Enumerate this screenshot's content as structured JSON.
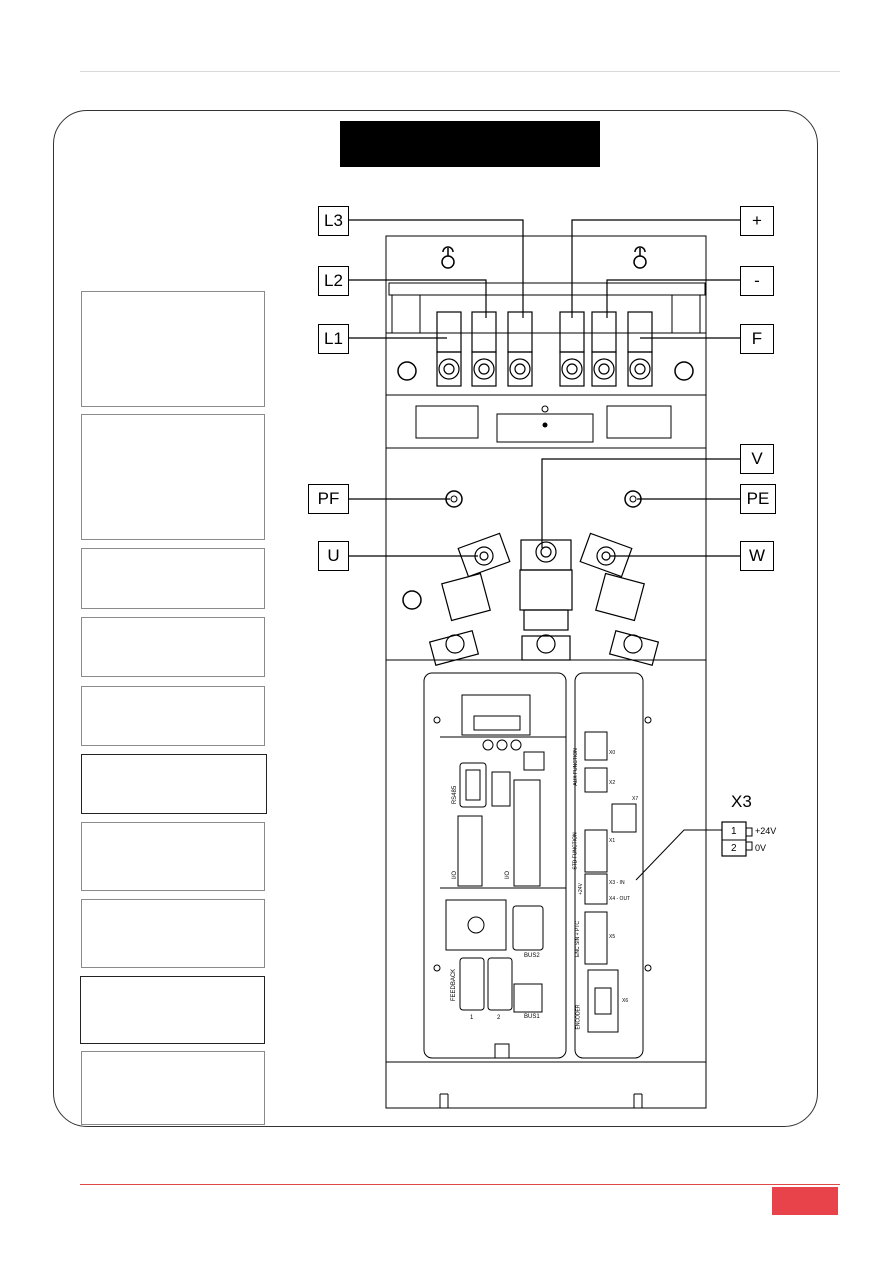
{
  "callouts": {
    "l3": "L3",
    "l2": "L2",
    "l1": "L1",
    "plus": "+",
    "minus": "-",
    "f": "F",
    "v": "V",
    "pf": "PF",
    "pe": "PE",
    "u": "U",
    "w": "W"
  },
  "connector_x3": {
    "title": "X3",
    "pin1": "1",
    "pin2": "2",
    "pin1_label": "+24V",
    "pin2_label": "0V"
  },
  "control_labels": {
    "rs485": "RS485",
    "io_left": "I/O",
    "io_right": "I/O",
    "feedback": "FEEDBACK",
    "fb1": "1",
    "fb2": "2",
    "bus1": "BUS1",
    "bus2": "BUS2",
    "x0": "X0",
    "x2": "X2",
    "x1": "X1",
    "x7": "X7",
    "x3_in": "X3 - IN",
    "x4_out": "X4 - OUT",
    "x5": "X5",
    "x6": "X6",
    "aux_function": "AUX FUNCTION",
    "std_function": "STD FUNCTION",
    "plus24": "+24V",
    "enc": "ENC SIN + PTC",
    "encoder": "ENCODER"
  },
  "colors": {
    "accent": "#e8434b",
    "frame": "#333333",
    "title_bar": "#000000"
  }
}
